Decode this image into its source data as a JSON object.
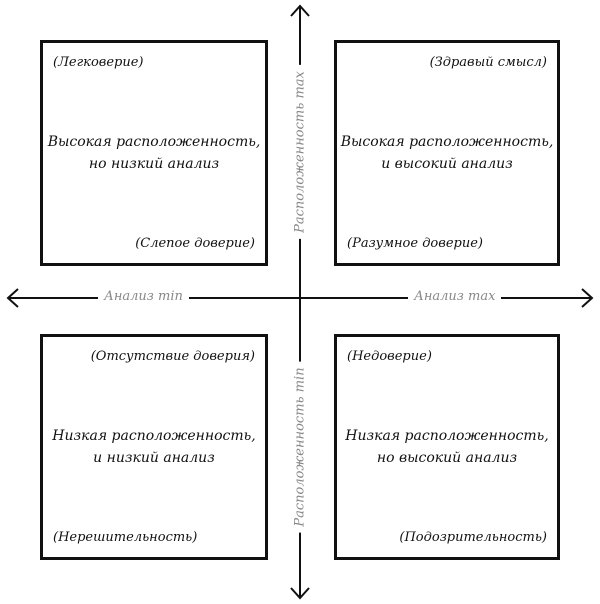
{
  "axes": {
    "x_min": "Анализ min",
    "x_max": "Анализ max",
    "y_max": "Расположенность max",
    "y_min": "Расположенность min"
  },
  "quadrants": {
    "top_left": {
      "tag_top": "(Легковерие)",
      "center_line1": "Высокая расположенность,",
      "center_line2": "но низкий анализ",
      "tag_bottom": "(Слепое доверие)"
    },
    "top_right": {
      "tag_top": "(Здравый смысл)",
      "center_line1": "Высокая расположенность,",
      "center_line2": "и высокий анализ",
      "tag_bottom": "(Разумное доверие)"
    },
    "bottom_left": {
      "tag_top": "(Отсутствие доверия)",
      "center_line1": "Низкая расположенность,",
      "center_line2": "и низкий анализ",
      "tag_bottom": "(Нерешительность)"
    },
    "bottom_right": {
      "tag_top": "(Недоверие)",
      "center_line1": "Низкая расположенность,",
      "center_line2": "но высокий анализ",
      "tag_bottom": "(Подозрительность)"
    }
  }
}
